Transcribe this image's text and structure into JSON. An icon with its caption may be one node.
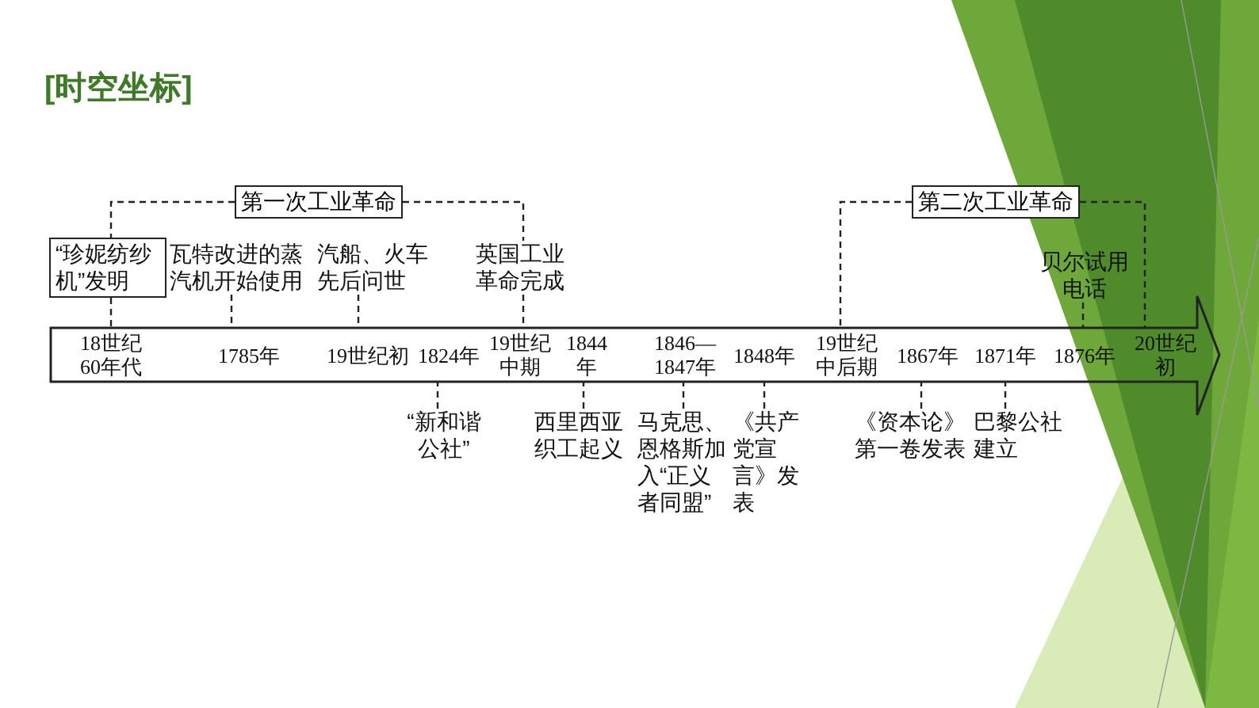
{
  "diagram": {
    "title": "[时空坐标]",
    "nodes": [
      {
        "text": [
          "第一次工业革命"
        ]
      },
      {
        "text": [
          "第二次工业革命"
        ]
      },
      {
        "text": [
          "“珍妮纺纱机”发明"
        ]
      },
      {
        "text": [
          "瓦特改进的蒸汽机开始使用"
        ]
      },
      {
        "text": [
          "汽船、火车先后问世"
        ]
      },
      {
        "text": [
          "英国工业革命完成"
        ]
      },
      {
        "text": [
          "贝尔试用电话"
        ]
      },
      {
        "text": [],
        "shape": "arrow"
      },
      {
        "text": [
          "18世纪60年代"
        ],
        "in": 7
      },
      {
        "text": [
          "1785年"
        ],
        "in": 7
      },
      {
        "text": [
          "19世纪初"
        ],
        "in": 7
      },
      {
        "text": [
          "1824年"
        ],
        "in": 7
      },
      {
        "text": [
          "19世纪中期"
        ],
        "in": 7
      },
      {
        "text": [
          "1844年"
        ],
        "in": 7
      },
      {
        "text": [
          "1846—1847年"
        ],
        "in": 7
      },
      {
        "text": [
          "1848年"
        ],
        "in": 7
      },
      {
        "text": [
          "19世纪中后期"
        ],
        "in": 7
      },
      {
        "text": [
          "1867年"
        ],
        "in": 7
      },
      {
        "text": [
          "1871年"
        ],
        "in": 7
      },
      {
        "text": [
          "1876年"
        ],
        "in": 7
      },
      {
        "text": [
          "20世纪初"
        ],
        "in": 7
      },
      {
        "text": [
          "“新和谐公社”"
        ]
      },
      {
        "text": [
          "西里西亚织工起义"
        ]
      },
      {
        "text": [
          "马克思、恩格斯加入“正义者同盟”"
        ]
      },
      {
        "text": [
          "《共产党宣言》发表"
        ]
      },
      {
        "text": [
          "《资本论》第一卷发表"
        ]
      },
      {
        "text": [
          "巴黎公社建立"
        ]
      }
    ],
    "edges": [
      {
        "from": 0,
        "to": 2,
        "arrow": "none",
        "style": "dashed"
      },
      {
        "from": 2,
        "to": 8,
        "arrow": "none",
        "style": "dashed"
      },
      {
        "from": 3,
        "to": 9,
        "arrow": "none",
        "style": "dashed"
      },
      {
        "from": 4,
        "to": 10,
        "arrow": "none",
        "style": "dashed"
      },
      {
        "from": 0,
        "to": 5,
        "arrow": "none",
        "style": "dashed"
      },
      {
        "from": 5,
        "to": 12,
        "arrow": "none",
        "style": "dashed"
      },
      {
        "from": 1,
        "to": 16,
        "arrow": "none",
        "style": "dashed"
      },
      {
        "from": 1,
        "to": 20,
        "arrow": "none",
        "style": "dashed"
      },
      {
        "from": 6,
        "to": 19,
        "arrow": "none",
        "style": "dashed"
      },
      {
        "from": 21,
        "to": 11,
        "arrow": "none",
        "style": "dashed"
      },
      {
        "from": 22,
        "to": 13,
        "arrow": "none",
        "style": "dashed"
      },
      {
        "from": 23,
        "to": 14,
        "arrow": "none",
        "style": "dashed"
      },
      {
        "from": 24,
        "to": 15,
        "arrow": "none",
        "style": "dashed"
      },
      {
        "from": 25,
        "to": 17,
        "arrow": "none",
        "style": "dashed"
      },
      {
        "from": 26,
        "to": 18,
        "arrow": "none",
        "style": "dashed"
      }
    ]
  }
}
